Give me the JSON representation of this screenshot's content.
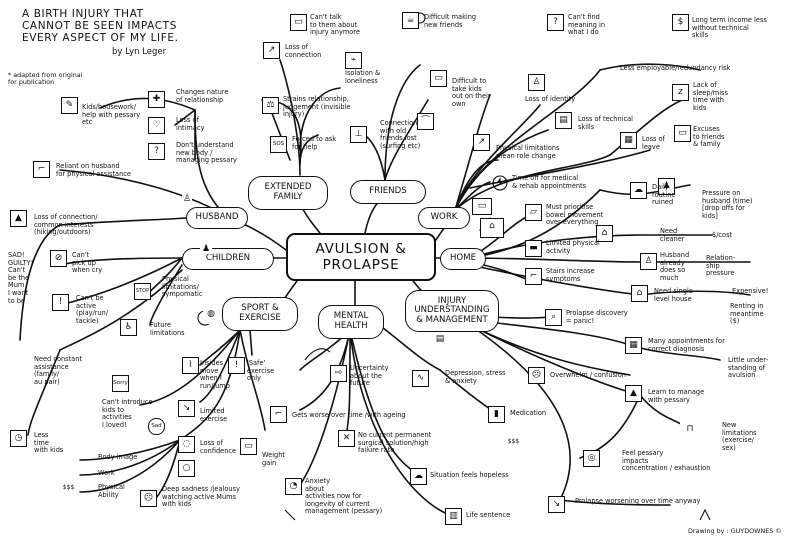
{
  "header": {
    "title_line1": "A BIRTH INJURY THAT",
    "title_line2": "CANNOT BE SEEN IMPACTS",
    "title_line3": "EVERY ASPECT OF MY LIFE.",
    "byline": "by Lyn Leger",
    "adapted_line1": "* adapted from original",
    "adapted_line2": "for publication"
  },
  "central": {
    "line1": "AVULSION &",
    "line2": "PROLAPSE"
  },
  "branches": {
    "extended_family_1": "EXTENDED",
    "extended_family_2": "FAMILY",
    "friends": "FRIENDS",
    "work": "WORK",
    "husband": "HUSBAND",
    "children": "CHILDREN",
    "home": "HOME",
    "sport_1": "SPORT &",
    "sport_2": "EXERCISE",
    "mental_1": "MENTAL",
    "mental_2": "HEALTH",
    "injury_1": "INJURY",
    "injury_2": "UNDERSTANDING",
    "injury_3": "& MANAGEMENT"
  },
  "extended_family": [
    [
      "Can't talk",
      "to them about",
      "injury anymore"
    ],
    [
      "Loss of",
      "connection"
    ],
    [
      "Isolation &",
      "loneliness"
    ],
    [
      "Strains relationship,",
      "judgement (invisible",
      "injury)"
    ],
    [
      "Forced to ask",
      "for help"
    ]
  ],
  "friends": [
    [
      "Difficult making",
      "new friends"
    ],
    [
      "Difficult to",
      "take kids",
      "out on their",
      "own"
    ],
    [
      "Connection",
      "with old",
      "friends lost",
      "(surfing etc)"
    ]
  ],
  "work": [
    [
      "Can't find",
      "meaning in",
      "what I do"
    ],
    [
      "Long term income less",
      "without technical",
      "skills"
    ],
    [
      "Less employable/redundancy risk"
    ],
    [
      "Loss of identity"
    ],
    [
      "Loss of technical",
      "skills"
    ],
    [
      "Physical limitations",
      "mean role change"
    ],
    [
      "Loss of",
      "leave"
    ],
    [
      "Lack of",
      "sleep/miss",
      "time with",
      "kids"
    ],
    [
      "Excuses",
      "to friends",
      "& family"
    ],
    [
      "Time off for medical",
      "& rehab appointments"
    ]
  ],
  "home": [
    [
      "Daily",
      "routine",
      "ruined"
    ],
    [
      "Pressure on",
      "husband (time)",
      "[drop offs for",
      "kids]"
    ],
    [
      "Must prioritise",
      "bowel movement",
      "over everything"
    ],
    [
      "Need",
      "cleaner"
    ],
    [
      "$/cost"
    ],
    [
      "Limited physical",
      "activity"
    ],
    [
      "Husband",
      "already",
      "does so",
      "much"
    ],
    [
      "Relation-",
      "ship",
      "pressure"
    ],
    [
      "Stairs increase",
      "symptoms"
    ],
    [
      "Need single",
      "level house"
    ],
    [
      "Expensive!"
    ],
    [
      "Renting in",
      "meantime",
      "($)"
    ]
  ],
  "husband": [
    [
      "Changes nature",
      "of relationship"
    ],
    [
      "Kids/housework/",
      "help with pessary",
      "etc"
    ],
    [
      "Loss of",
      "intimacy"
    ],
    [
      "Don't understand",
      "new body /",
      "managing pessary"
    ],
    [
      "Reliant on husband",
      "for physical assistance"
    ],
    [
      "Loss of connection/",
      "common interests",
      "(hiking/outdoors)"
    ]
  ],
  "children": [
    [
      "SAD!",
      "GUILTY!",
      "Can't",
      "be the",
      "Mum",
      "I want",
      "to be"
    ],
    [
      "Can't",
      "pick up",
      "when cry"
    ],
    [
      "Can't be",
      "active",
      "(play/run/",
      "tackle)"
    ],
    [
      "Physical",
      "limitations/",
      "sympomatic"
    ],
    [
      "Future",
      "limitations"
    ],
    [
      "Need constant",
      "assistance",
      "(family/",
      "au pair)"
    ],
    [
      "Less",
      "time",
      "with kids"
    ]
  ],
  "sport": [
    [
      "Insides",
      "move",
      "when I",
      "run/jump"
    ],
    [
      "'Safe'",
      "exercise",
      "only"
    ],
    [
      "Can't introduce",
      "kids to",
      "activities",
      "I loved!"
    ],
    [
      "Limited",
      "exercise"
    ],
    [
      "Loss of",
      "confidence"
    ],
    [
      "Weight",
      "gain"
    ],
    [
      "Body image"
    ],
    [
      "Work"
    ],
    [
      "Physical",
      "Ability"
    ],
    [
      "Deep sadness /jealousy",
      "watching active Mums",
      "with kids"
    ]
  ],
  "mental": [
    [
      "Uncertainty",
      "about the",
      "future"
    ],
    [
      "Gets worse over time /with ageing"
    ],
    [
      "No current permanent",
      "surgical solution/high",
      "failure rate"
    ],
    [
      "Situation feels hopeless"
    ],
    [
      "Anxiety",
      "about",
      "activities now for",
      "longevity of current",
      "management (pessary)"
    ],
    [
      "Life sentence"
    ],
    [
      "Depression, stress",
      "& anxiety"
    ],
    [
      "Medication"
    ]
  ],
  "injury": [
    [
      "Prolapse discovery",
      "= panic!"
    ],
    [
      "Many appointments for",
      "correct diagnosis"
    ],
    [
      "Little under-",
      "standing of",
      "avulsion"
    ],
    [
      "Overwhelm / confusion"
    ],
    [
      "Learn to manage",
      "with pessary"
    ],
    [
      "New",
      "limitations",
      "(exercise/",
      "sex)"
    ],
    [
      "Feel pessary",
      "impacts",
      "concentration / exhaustion"
    ],
    [
      "Prolapse worsening over time anyway"
    ]
  ],
  "icon_labels": {
    "sos": "SOS",
    "sad": "Sad",
    "sorry": "Sorry",
    "stop": "STOP",
    "dollars": "$$$",
    "dollars2": "$$$"
  },
  "credit": "Drawing by : GUYDOWNES ©",
  "colors": {
    "ink": "#111111",
    "paper": "#ffffff"
  }
}
